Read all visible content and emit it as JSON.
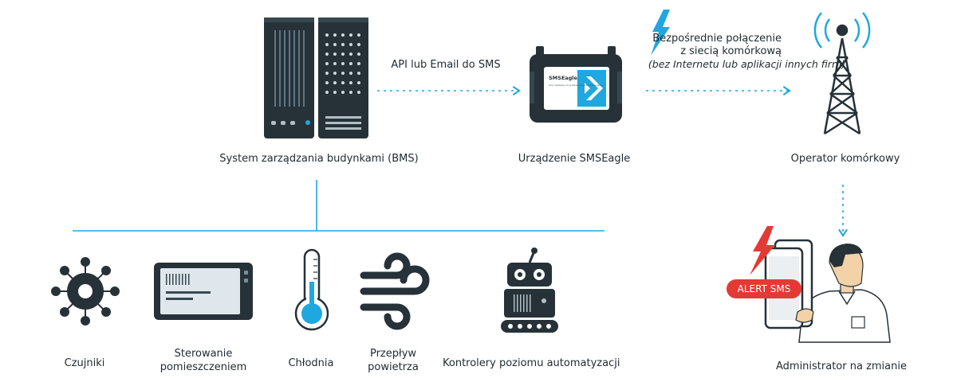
{
  "nodes": {
    "bms": {
      "label": "System zarządzania budynkami (BMS)"
    },
    "smseagle": {
      "label": "Urządzenie SMSEagle",
      "screen_brand": "SMSEagle",
      "screen_tagline": "Your Gateway to professional Communication"
    },
    "operator": {
      "label": "Operator komórkowy"
    },
    "admin": {
      "label": "Administrator na zmianie",
      "alert_badge": "ALERT SMS"
    }
  },
  "edges": {
    "bms_to_eagle": {
      "label": "API lub Email do SMS"
    },
    "eagle_to_operator": {
      "line1": "Bezpośrednie połączenie",
      "line2": "z siecią komórkową",
      "line3": "(bez Internetu lub aplikacji innych firm)"
    }
  },
  "devices": [
    {
      "key": "sensors",
      "label_lines": [
        "Czujniki"
      ]
    },
    {
      "key": "room_control",
      "label_lines": [
        "Sterowanie",
        "pomieszczeniem"
      ]
    },
    {
      "key": "cooler",
      "label_lines": [
        "Chłodnia"
      ]
    },
    {
      "key": "airflow",
      "label_lines": [
        "Przepływ",
        "powietrza"
      ]
    },
    {
      "key": "automation",
      "label_lines": [
        "Kontrolery poziomu automatyzacji"
      ]
    }
  ],
  "colors": {
    "accent": "#1fa7e0",
    "dark": "#263238",
    "dark2": "#37474f",
    "alert": "#e53935",
    "skin": "#f2d2a6",
    "white": "#ffffff"
  }
}
